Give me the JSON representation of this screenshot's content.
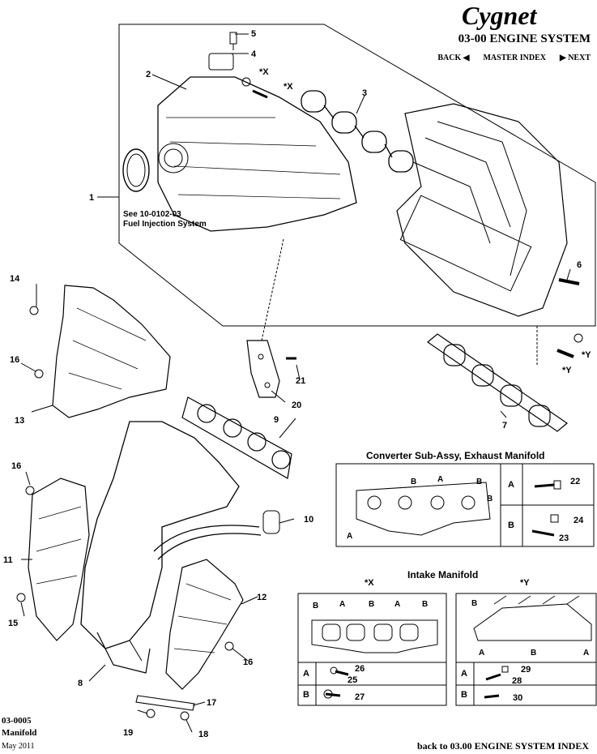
{
  "header": {
    "logo_text": "Cygnet",
    "system_title": "03-00 ENGINE SYSTEM",
    "nav": {
      "back": "BACK",
      "master_index": "MASTER INDEX",
      "next": "NEXT"
    }
  },
  "note": {
    "line1": "See 10-0102-03",
    "line2": "Fuel Injection System"
  },
  "callouts": [
    "1",
    "2",
    "3",
    "4",
    "5",
    "*X",
    "*X",
    "6",
    "7",
    "*Y",
    "*Y",
    "8",
    "9",
    "10",
    "11",
    "12",
    "13",
    "14",
    "15",
    "16",
    "16",
    "16",
    "17",
    "18",
    "19",
    "20",
    "21"
  ],
  "converter_box": {
    "title": "Converter Sub-Assy, Exhaust Manifold",
    "diagram_labels": [
      "A",
      "B",
      "A",
      "B",
      "B"
    ],
    "rows": [
      {
        "key": "A",
        "parts": [
          "22"
        ]
      },
      {
        "key": "B",
        "parts": [
          "24",
          "23"
        ]
      }
    ]
  },
  "intake_box": {
    "title": "Intake Manifold",
    "left": {
      "marker": "*X",
      "diagram_labels": [
        "B",
        "A",
        "B",
        "A",
        "B"
      ],
      "rows": [
        {
          "key": "A",
          "parts": [
            "26",
            "25"
          ]
        },
        {
          "key": "B",
          "parts": [
            "27"
          ]
        }
      ]
    },
    "right": {
      "marker": "*Y",
      "diagram_labels": [
        "B",
        "A",
        "B",
        "A"
      ],
      "rows": [
        {
          "key": "A",
          "parts": [
            "29",
            "28"
          ]
        },
        {
          "key": "B",
          "parts": [
            "30"
          ]
        }
      ]
    }
  },
  "footer": {
    "code": "03-0005",
    "name": "Manifold",
    "date": "May 2011",
    "back_link": "back to 03.00 ENGINE SYSTEM INDEX"
  }
}
